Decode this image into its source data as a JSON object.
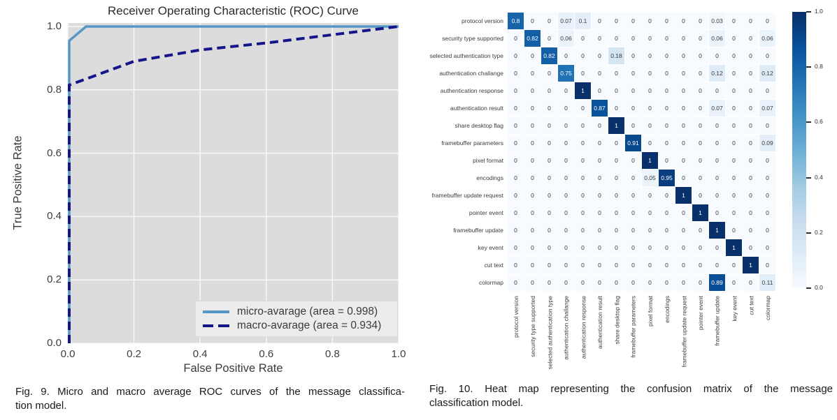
{
  "chart_data": [
    {
      "type": "line",
      "title": "Receiver Operating Characteristic (ROC) Curve",
      "xlabel": "False Positive Rate",
      "ylabel": "True Positive Rate",
      "xlim": [
        0.0,
        1.0
      ],
      "ylim": [
        0.0,
        1.0
      ],
      "x_ticks": [
        "0.0",
        "0.2",
        "0.4",
        "0.6",
        "0.8",
        "1.0"
      ],
      "y_ticks_top_to_bottom": [
        "1.0",
        "0.8",
        "0.6",
        "0.4",
        "0.2",
        "0.0"
      ],
      "grid": true,
      "plot_bg": "#dcdcdc",
      "grid_color": "#f7f7f7",
      "legend_position": "lower right",
      "series": [
        {
          "name": "micro-avarage (area = 0.998)",
          "area": 0.998,
          "line_style": "solid",
          "color": "#5598c7",
          "points": [
            [
              0,
              0
            ],
            [
              0,
              0.955
            ],
            [
              0.055,
              1.0
            ],
            [
              1.0,
              1.0
            ]
          ]
        },
        {
          "name": "macro-avarage (area = 0.934)",
          "area": 0.934,
          "line_style": "dashed",
          "color": "#15158a",
          "points": [
            [
              0,
              0
            ],
            [
              0,
              0.815
            ],
            [
              0.2,
              0.89
            ],
            [
              0.4,
              0.926
            ],
            [
              0.6,
              0.948
            ],
            [
              0.8,
              0.974
            ],
            [
              1.0,
              1.0
            ]
          ]
        }
      ],
      "caption": {
        "line1": "Fig. 9. Micro and macro average ROC curves of the message classifica-",
        "line2": "tion model."
      }
    },
    {
      "type": "heatmap",
      "colormap": "Blues",
      "vmin": 0.0,
      "vmax": 1.0,
      "categories": [
        "protocol version",
        "security type supported",
        "selected authentication type",
        "authentication challange",
        "authentication response",
        "authentication result",
        "share desktop flag",
        "framebuffer parameters",
        "pixel format",
        "encodings",
        "framebuffer update request",
        "pointer event",
        "framebuffer update",
        "key event",
        "cut text",
        "colormap"
      ],
      "matrix": [
        [
          0.8,
          0,
          0,
          0.07,
          0.1,
          0,
          0,
          0,
          0,
          0,
          0,
          0,
          0.03,
          0,
          0,
          0
        ],
        [
          0,
          0.82,
          0,
          0.06,
          0,
          0,
          0,
          0,
          0,
          0,
          0,
          0,
          0.06,
          0,
          0,
          0.06
        ],
        [
          0,
          0,
          0.82,
          0,
          0,
          0,
          0.18,
          0,
          0,
          0,
          0,
          0,
          0,
          0,
          0,
          0
        ],
        [
          0,
          0,
          0,
          0.75,
          0,
          0,
          0,
          0,
          0,
          0,
          0,
          0,
          0.12,
          0,
          0,
          0.12
        ],
        [
          0,
          0,
          0,
          0,
          1,
          0,
          0,
          0,
          0,
          0,
          0,
          0,
          0,
          0,
          0,
          0
        ],
        [
          0,
          0,
          0,
          0,
          0,
          0.87,
          0,
          0,
          0,
          0,
          0,
          0,
          0.07,
          0,
          0,
          0.07
        ],
        [
          0,
          0,
          0,
          0,
          0,
          0,
          1,
          0,
          0,
          0,
          0,
          0,
          0,
          0,
          0,
          0
        ],
        [
          0,
          0,
          0,
          0,
          0,
          0,
          0,
          0.91,
          0,
          0,
          0,
          0,
          0,
          0,
          0,
          0.09
        ],
        [
          0,
          0,
          0,
          0,
          0,
          0,
          0,
          0,
          1,
          0,
          0,
          0,
          0,
          0,
          0,
          0
        ],
        [
          0,
          0,
          0,
          0,
          0,
          0,
          0,
          0,
          0.05,
          0.95,
          0,
          0,
          0,
          0,
          0,
          0
        ],
        [
          0,
          0,
          0,
          0,
          0,
          0,
          0,
          0,
          0,
          0,
          1,
          0,
          0,
          0,
          0,
          0
        ],
        [
          0,
          0,
          0,
          0,
          0,
          0,
          0,
          0,
          0,
          0,
          0,
          1,
          0,
          0,
          0,
          0
        ],
        [
          0,
          0,
          0,
          0,
          0,
          0,
          0,
          0,
          0,
          0,
          0,
          0,
          1,
          0,
          0,
          0
        ],
        [
          0,
          0,
          0,
          0,
          0,
          0,
          0,
          0,
          0,
          0,
          0,
          0,
          0,
          1,
          0,
          0
        ],
        [
          0,
          0,
          0,
          0,
          0,
          0,
          0,
          0,
          0,
          0,
          0,
          0,
          0,
          0,
          1,
          0
        ],
        [
          0,
          0,
          0,
          0,
          0,
          0,
          0,
          0,
          0,
          0,
          0,
          0,
          0.89,
          0,
          0,
          0.11
        ]
      ],
      "colorbar_ticks": [
        "1.0",
        "0.8",
        "0.6",
        "0.4",
        "0.2",
        "0.0"
      ],
      "caption": {
        "line1": "Fig. 10. Heat map representing the confusion matrix of the message",
        "line2": "classification model."
      }
    }
  ],
  "colormap_blues_stops": [
    "#f7fbff",
    "#deebf7",
    "#c6dbef",
    "#9ecae1",
    "#6baed6",
    "#4292c6",
    "#2171b5",
    "#08519c",
    "#08306b"
  ]
}
